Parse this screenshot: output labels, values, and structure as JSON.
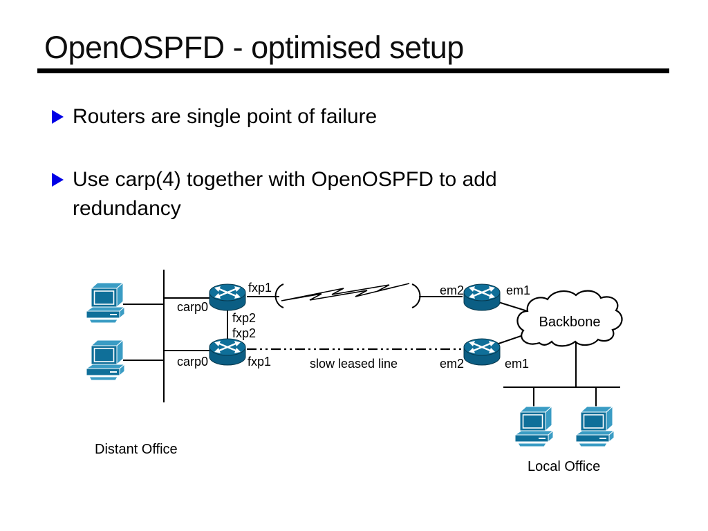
{
  "slide": {
    "title": "OpenOSPFD - optimised setup",
    "bullets": [
      {
        "text": "Routers are single point of failure"
      },
      {
        "text": "Use carp(4) together with OpenOSPFD to add redundancy"
      }
    ]
  },
  "diagram": {
    "distant_office": {
      "label": "Distant Office",
      "router_top": {
        "lan_if": "carp0",
        "wan_if": "fxp1",
        "sync_if": "fxp2"
      },
      "router_bottom": {
        "lan_if": "carp0",
        "wan_if": "fxp1",
        "sync_if": "fxp2"
      }
    },
    "links": {
      "slow": "slow leased line"
    },
    "local_office": {
      "label": "Local Office",
      "cloud": "Backbone",
      "router_top": {
        "wan_if": "em2",
        "lan_if": "em1"
      },
      "router_bottom": {
        "wan_if": "em2",
        "lan_if": "em1"
      }
    }
  },
  "colors": {
    "device_main": "#0f6f99",
    "device_light": "#3a9cc4",
    "device_dark": "#0b5e84",
    "bullet_blue": "#0000e6"
  }
}
